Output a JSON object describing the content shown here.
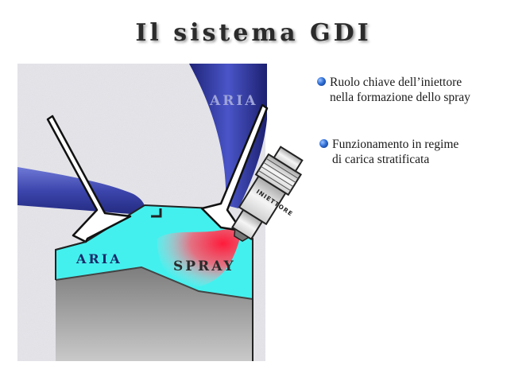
{
  "title": "Il sistema GDI",
  "bullets": [
    {
      "line1": "Ruolo chiave dell’iniettore",
      "line2": "nella formazione dello spray"
    },
    {
      "line1": "Funzionamento in regime",
      "line2": "di carica stratificata"
    }
  ],
  "diagram": {
    "air_top_label": "ARIA",
    "air_left_label": "ARIA",
    "spray_label": "SPRAY",
    "injector_label": "INIETTORE"
  },
  "colors": {
    "cylinder_bg": "#e4e4e9",
    "combustion_chamber": "#44f0ee",
    "intake_duct": "#3a3fa8",
    "spray": "#ff2244",
    "piston": "#9a9a9a"
  }
}
